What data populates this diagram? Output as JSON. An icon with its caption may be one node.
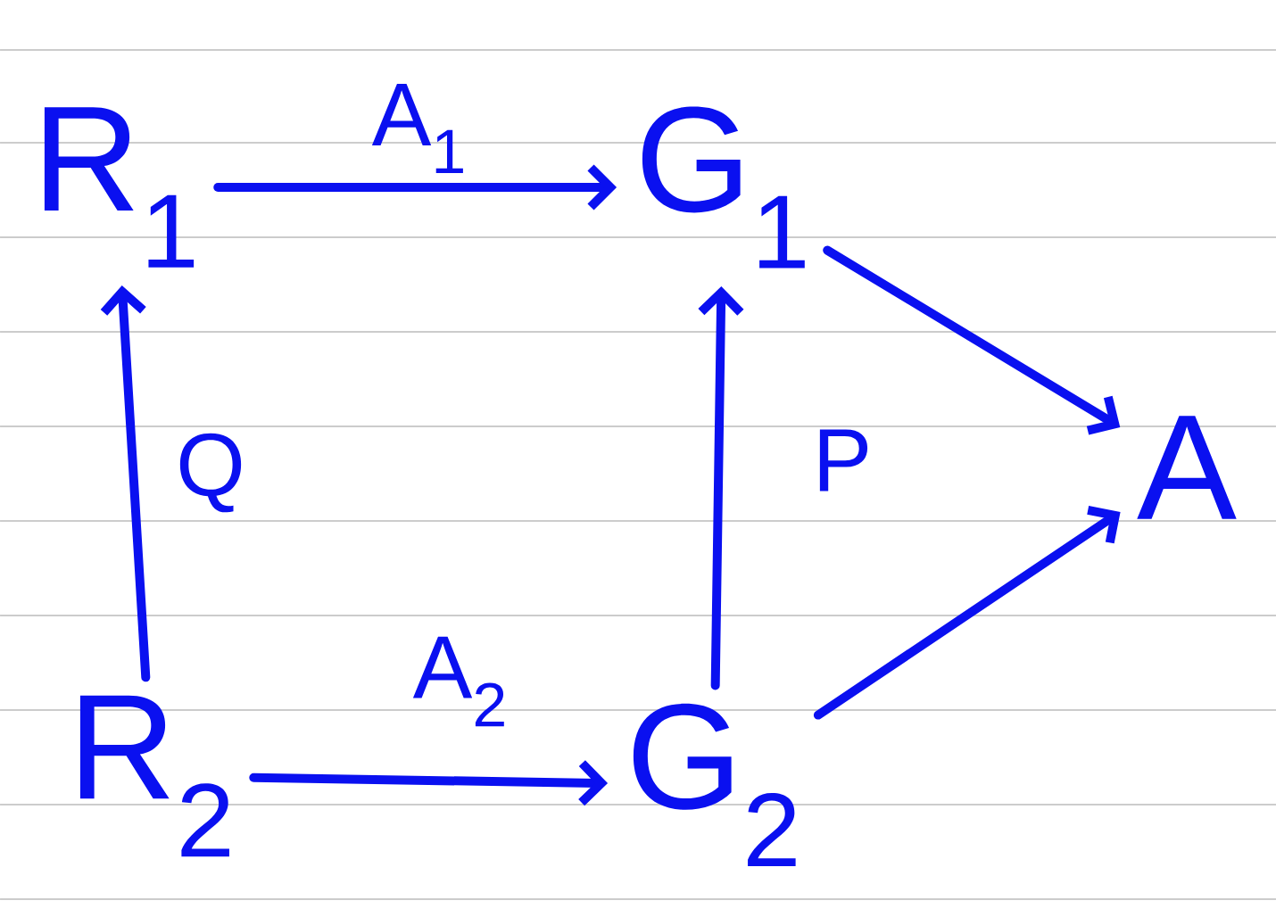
{
  "diagram": {
    "nodes": [
      {
        "text": [
          "R$_{1}$"
        ]
      },
      {
        "text": [
          "G$_{1}$"
        ]
      },
      {
        "text": [
          "A"
        ]
      },
      {
        "text": [
          "R$_{2}$"
        ]
      },
      {
        "text": [
          "G$_{2}$"
        ]
      }
    ],
    "edges": [
      {
        "from": 0,
        "to": 1,
        "arrow": "to",
        "label": "A$_{1}$"
      },
      {
        "from": 3,
        "to": 0,
        "arrow": "to",
        "label": "Q"
      },
      {
        "from": 4,
        "to": 1,
        "arrow": "to",
        "label": "P"
      },
      {
        "from": 1,
        "to": 2,
        "arrow": "to"
      },
      {
        "from": 3,
        "to": 4,
        "arrow": "to",
        "label": "A$_{2}$"
      },
      {
        "from": 4,
        "to": 2,
        "arrow": "to"
      }
    ]
  }
}
